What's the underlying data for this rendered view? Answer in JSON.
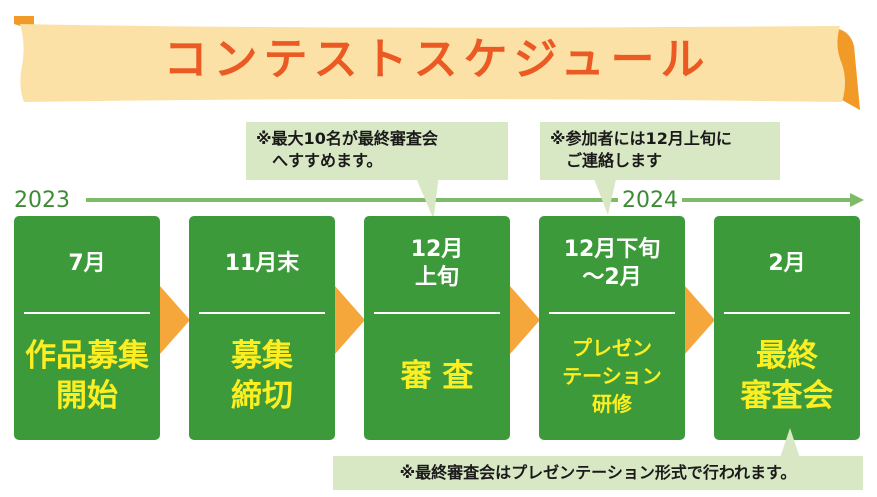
{
  "title": "コンテストスケジュール",
  "colors": {
    "banner": "#fbe1a6",
    "banner_fold": "#f19a28",
    "title": "#ec5a24",
    "stage_green": "#3d9a3a",
    "stage_label": "#fcee21",
    "timeline": "#7dbb68",
    "note_bg": "#d8e7c4",
    "chevron": "#f6a73c"
  },
  "notes": {
    "top_left": "※最大10名が最終審査会\n　へすすめます。",
    "top_right": "※参加者には12月上旬に\n　ご連絡します",
    "bottom": "※最終審査会はプレゼンテーション形式で行われます。"
  },
  "years": {
    "start": "2023",
    "mid": "2024"
  },
  "stages": [
    {
      "date": "7月",
      "label": "作品募集\n開始"
    },
    {
      "date": "11月末",
      "label": "募集\n締切"
    },
    {
      "date": "12月\n上旬",
      "label": "審 査"
    },
    {
      "date": "12月下旬\n〜2月",
      "label": "プレゼン\nテーション\n研修"
    },
    {
      "date": "2月",
      "label": "最終\n審査会"
    }
  ]
}
